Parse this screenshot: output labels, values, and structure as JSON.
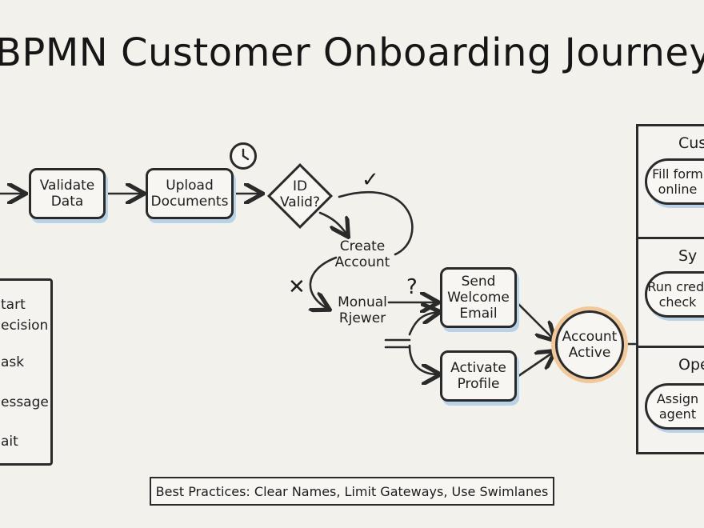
{
  "title": "BPMN Customer Onboarding Journey",
  "nodes": {
    "validate": "Validate\nData",
    "upload": "Upload\nDocuments",
    "gateway": "ID\nValid?",
    "create_account": "Create\nAccount",
    "manual_review": "Monual\nRjewer",
    "send_email": "Send\nWelcome\nEmail",
    "activate": "Activate\nProfile",
    "end": "Account\nActive"
  },
  "marks": {
    "check": "✓",
    "cross": "✕",
    "question": "?"
  },
  "legend": [
    "tart",
    "ecision",
    "ask",
    "essage",
    "ait"
  ],
  "lanes": [
    {
      "title": "Cus",
      "task": "Fill form\nonline"
    },
    {
      "title": "Sy",
      "task": "Run credi\ncheck"
    },
    {
      "title": "Ope",
      "task": "Assign\nagent"
    }
  ],
  "footer": "Best Practices: Clear Names, Limit Gateways, Use Swimlanes",
  "colors": {
    "shadow": "#b9d2e8",
    "end_glow": "#f0c89b",
    "stroke": "#2a2a2a",
    "background": "#f3f1ec"
  }
}
